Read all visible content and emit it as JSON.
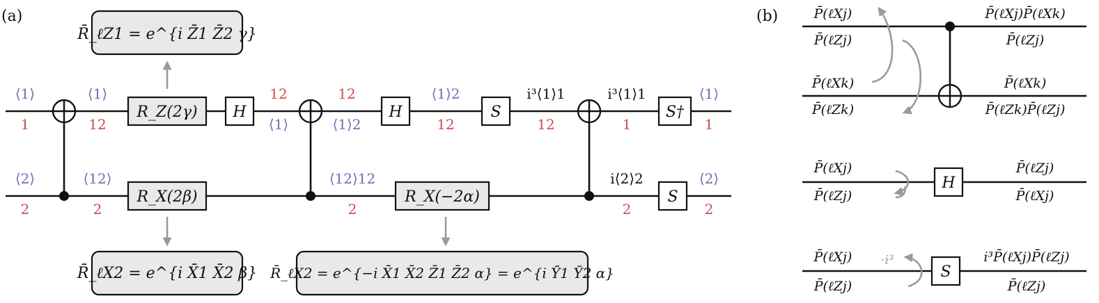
{
  "panel_labels": {
    "a": "(a)",
    "b": "(b)"
  },
  "panel_a": {
    "gates": {
      "rz": "R_Z(2γ)",
      "h1": "H",
      "h2": "H",
      "s1": "S",
      "sdag": "S†",
      "rx1": "R_X(2β)",
      "rx2": "R_X(−2α)",
      "s2": "S"
    },
    "wire1_labels": [
      {
        "top": "⟨1⟩",
        "bottom": "1"
      },
      {
        "top": "⟨1⟩",
        "bottom": "12"
      },
      {
        "top": "12",
        "bottom": "⟨1⟩"
      },
      {
        "top": "12",
        "bottom": "⟨1⟩2"
      },
      {
        "top": "⟨1⟩2",
        "bottom": "12"
      },
      {
        "top": "i³⟨1⟩1",
        "bottom": "12"
      },
      {
        "top": "i³⟨1⟩1",
        "bottom": "1"
      },
      {
        "top": "⟨1⟩",
        "bottom": "1"
      }
    ],
    "wire2_labels": [
      {
        "top": "⟨2⟩",
        "bottom": "2"
      },
      {
        "top": "⟨12⟩",
        "bottom": "2"
      },
      {
        "top": "⟨12⟩12",
        "bottom": "2"
      },
      {
        "top": "i⟨2⟩2",
        "bottom": "2"
      },
      {
        "top": "⟨2⟩",
        "bottom": "2"
      }
    ],
    "callouts": {
      "top": "R̄_ℓZ1 = e^{i Z̄1 Z̄2 γ}",
      "bottom_left": "R̄_ℓX2 = e^{i X̄1 X̄2 β}",
      "bottom_right": "R̄_ℓX2 = e^{−i X̄1 X̄2 Z̄1 Z̄2 α} = e^{i Ȳ1 Ȳ2 α}"
    }
  },
  "panel_b": {
    "cnot": {
      "left_in1_top": "P̄(ℓXj)",
      "left_in1_bottom": "P̄(ℓZj)",
      "left_in2_top": "P̄(ℓXk)",
      "left_in2_bottom": "P̄(ℓZk)",
      "right_out1_top": "P̄(ℓXj)P̄(ℓXk)",
      "right_out1_bottom": "P̄(ℓZj)",
      "right_out2_top": "P̄(ℓXk)",
      "right_out2_bottom": "P̄(ℓZk)P̄(ℓZj)"
    },
    "hadamard": {
      "gate": "H",
      "left_top": "P̄(ℓXj)",
      "left_bottom": "P̄(ℓZj)",
      "right_top": "P̄(ℓZj)",
      "right_bottom": "P̄(ℓXj)"
    },
    "phase": {
      "gate": "S",
      "left_top": "P̄(ℓXj)",
      "left_bottom": "P̄(ℓZj)",
      "phase_note": "·i³",
      "right_top": "i³P̄(ℓXj)P̄(ℓZj)",
      "right_bottom": "P̄(ℓZj)"
    }
  },
  "colors": {
    "qubit1": "#6a6fb5",
    "qubit2": "#d04a4a",
    "arrow": "#9a9a9a",
    "callout_fill": "#e9e9e9"
  }
}
